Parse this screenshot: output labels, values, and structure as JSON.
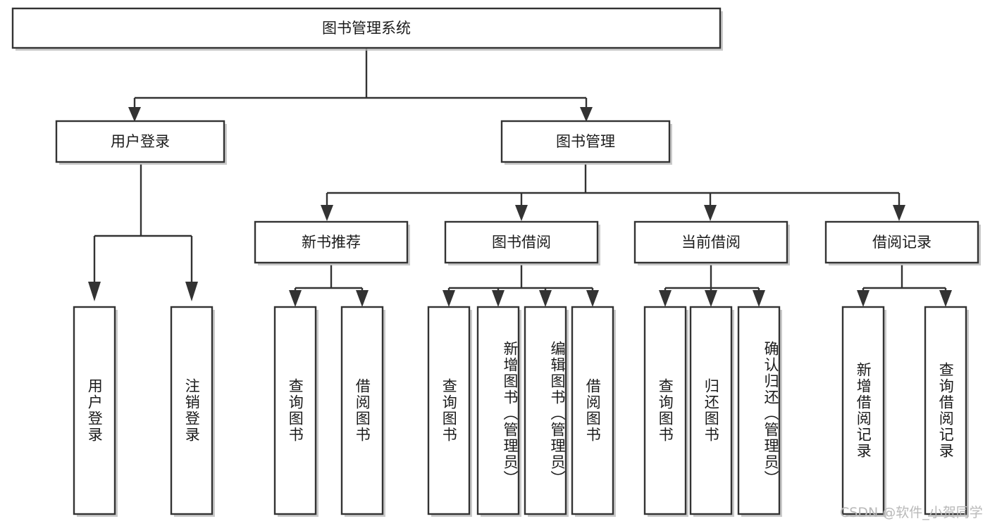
{
  "diagram": {
    "type": "tree-hierarchy-chart",
    "title": "图书管理系统",
    "watermark": "CSDN @软件_小贺同学",
    "colors": {
      "box_fill": "#ffffff",
      "box_stroke": "#333333",
      "edge": "#333333",
      "text": "#1b1b1b",
      "watermark": "#b9b9b9",
      "background": "#ffffff"
    },
    "levels": [
      {
        "level": 1,
        "nodes": [
          {
            "id": "root",
            "label": "图书管理系统",
            "orientation": "horizontal"
          }
        ]
      },
      {
        "level": 2,
        "nodes": [
          {
            "id": "login",
            "label": "用户登录",
            "orientation": "horizontal",
            "parent": "root"
          },
          {
            "id": "bookmgmt",
            "label": "图书管理",
            "orientation": "horizontal",
            "parent": "root"
          }
        ]
      },
      {
        "level": 3,
        "nodes": [
          {
            "id": "newbook",
            "label": "新书推荐",
            "orientation": "horizontal",
            "parent": "bookmgmt"
          },
          {
            "id": "borrow",
            "label": "图书借阅",
            "orientation": "horizontal",
            "parent": "bookmgmt"
          },
          {
            "id": "current",
            "label": "当前借阅",
            "orientation": "horizontal",
            "parent": "bookmgmt"
          },
          {
            "id": "records",
            "label": "借阅记录",
            "orientation": "horizontal",
            "parent": "bookmgmt"
          }
        ]
      },
      {
        "level": 4,
        "nodes": [
          {
            "id": "leaf-1",
            "label": "用户登录",
            "orientation": "vertical",
            "parent": "login"
          },
          {
            "id": "leaf-2",
            "label": "注销登录",
            "orientation": "vertical",
            "parent": "login"
          },
          {
            "id": "leaf-3",
            "label": "查询图书",
            "orientation": "vertical",
            "parent": "newbook"
          },
          {
            "id": "leaf-4",
            "label": "借阅图书",
            "orientation": "vertical",
            "parent": "newbook"
          },
          {
            "id": "leaf-5",
            "label": "查询图书",
            "orientation": "vertical",
            "parent": "borrow"
          },
          {
            "id": "leaf-6",
            "label": "新增图书（管理员）",
            "orientation": "vertical",
            "parent": "borrow"
          },
          {
            "id": "leaf-7",
            "label": "编辑图书（管理员）",
            "orientation": "vertical",
            "parent": "borrow"
          },
          {
            "id": "leaf-8",
            "label": "借阅图书",
            "orientation": "vertical",
            "parent": "borrow"
          },
          {
            "id": "leaf-9",
            "label": "查询图书",
            "orientation": "vertical",
            "parent": "current"
          },
          {
            "id": "leaf-10",
            "label": "归还图书",
            "orientation": "vertical",
            "parent": "current"
          },
          {
            "id": "leaf-11",
            "label": "确认归还（管理员）",
            "orientation": "vertical",
            "parent": "current"
          },
          {
            "id": "leaf-12",
            "label": "新增借阅记录",
            "orientation": "vertical",
            "parent": "records"
          },
          {
            "id": "leaf-13",
            "label": "查询借阅记录",
            "orientation": "vertical",
            "parent": "records"
          }
        ]
      }
    ]
  }
}
